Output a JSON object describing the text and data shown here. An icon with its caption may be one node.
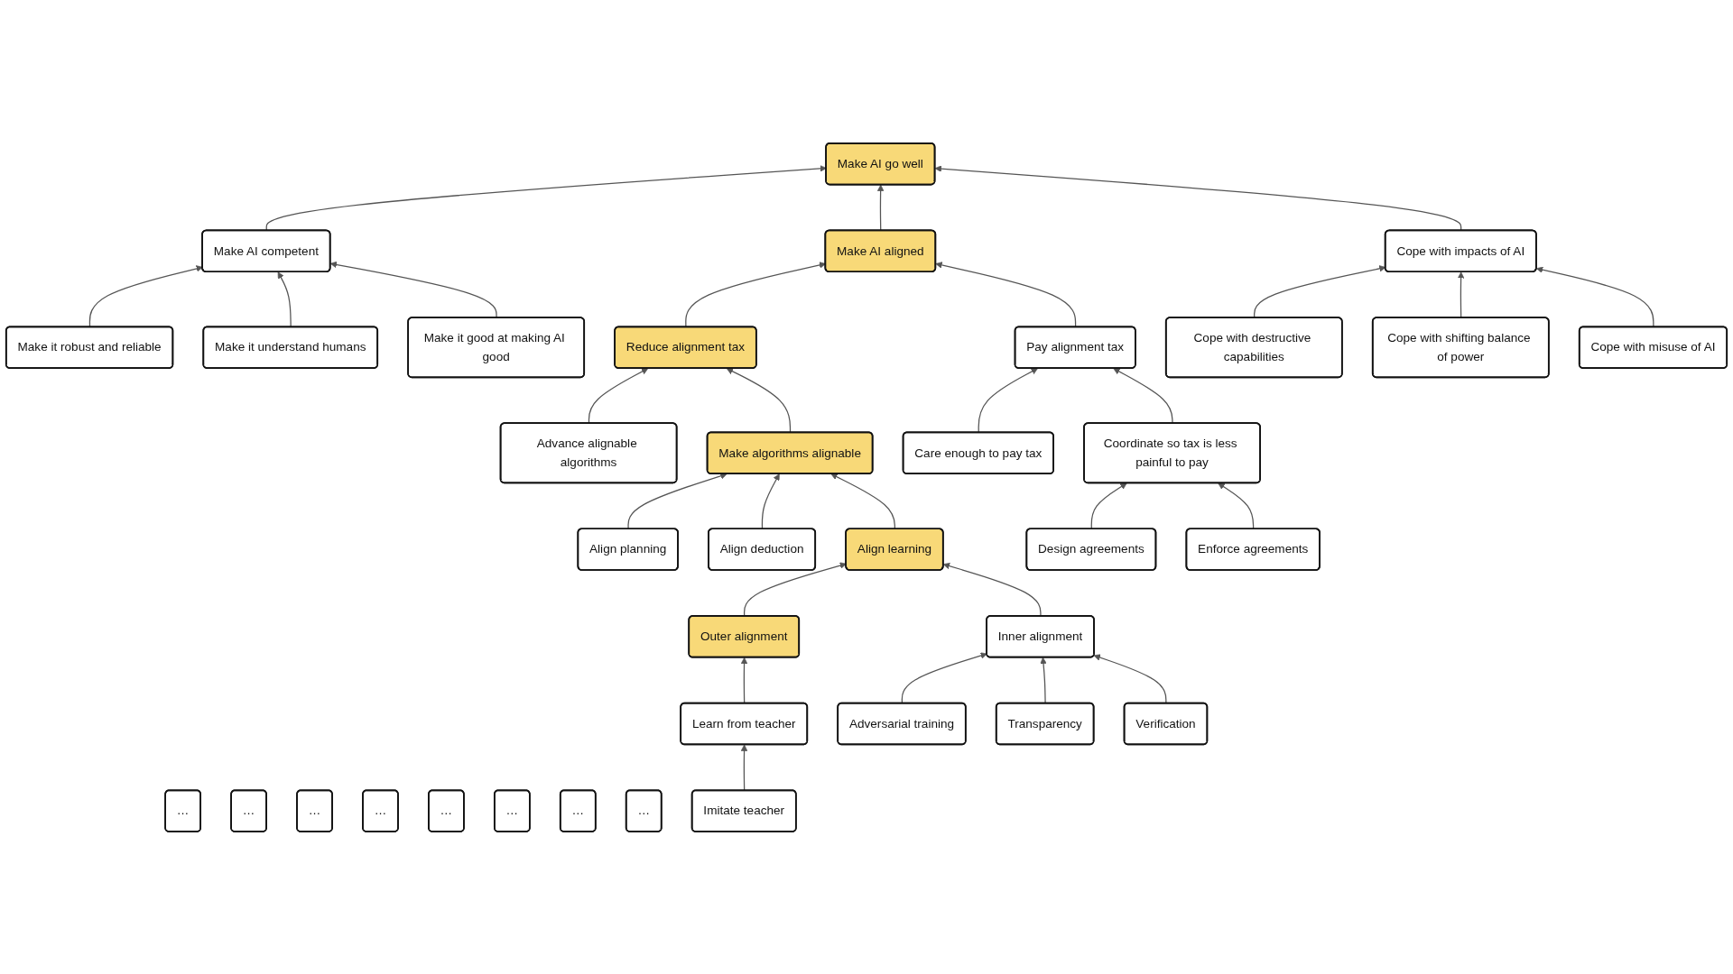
{
  "diagram": {
    "nodes": [
      {
        "text": [
          "Make AI go well"
        ]
      },
      {
        "text": [
          "Make AI competent"
        ]
      },
      {
        "text": [
          "Cope with impacts of AI"
        ]
      },
      {
        "text": [
          "…"
        ]
      },
      {
        "text": [
          "Make it robust and reliable"
        ]
      },
      {
        "text": [
          "Make it understand humans"
        ]
      },
      {
        "text": [
          "Make it good at making AI good"
        ]
      },
      {
        "text": [
          "…"
        ]
      },
      {
        "text": [
          "Make AI aligned"
        ]
      },
      {
        "text": [
          "Cope with destructive capabilities"
        ]
      },
      {
        "text": [
          "Cope with shifting balance of power"
        ]
      },
      {
        "text": [
          "Cope with misuse of AI"
        ]
      },
      {
        "text": [
          "…"
        ]
      },
      {
        "text": [
          "Reduce alignment tax"
        ]
      },
      {
        "text": [
          "Pay alignment tax"
        ]
      },
      {
        "text": [
          "Advance alignable algorithms"
        ]
      },
      {
        "text": [
          "Make algorithms alignable"
        ]
      },
      {
        "text": [
          "…"
        ]
      },
      {
        "text": [
          "Care enough to pay tax"
        ]
      },
      {
        "text": [
          "Coordinate so tax is less painful to pay"
        ]
      },
      {
        "text": [
          "…"
        ]
      },
      {
        "text": [
          "Align planning"
        ]
      },
      {
        "text": [
          "Align deduction"
        ]
      },
      {
        "text": [
          "Align learning"
        ]
      },
      {
        "text": [
          "…"
        ]
      },
      {
        "text": [
          "Design agreements"
        ]
      },
      {
        "text": [
          "Enforce agreements"
        ]
      },
      {
        "text": [
          "…"
        ]
      },
      {
        "text": [
          "Outer alignment"
        ]
      },
      {
        "text": [
          "Inner alignment"
        ]
      },
      {
        "text": [
          "Learn from teacher"
        ]
      },
      {
        "text": [
          "Adversarial training"
        ]
      },
      {
        "text": [
          "Transparency"
        ]
      },
      {
        "text": [
          "Verification"
        ]
      },
      {
        "text": [
          "…"
        ]
      },
      {
        "text": [
          "Imitate teacher"
        ]
      }
    ],
    "edges": [
      {
        "from": 1,
        "to": 0,
        "arrow": "to"
      },
      {
        "from": 8,
        "to": 0,
        "arrow": "to"
      },
      {
        "from": 2,
        "to": 0,
        "arrow": "to"
      },
      {
        "from": 4,
        "to": 1,
        "arrow": "to"
      },
      {
        "from": 5,
        "to": 1,
        "arrow": "to"
      },
      {
        "from": 6,
        "to": 1,
        "arrow": "to"
      },
      {
        "from": 9,
        "to": 2,
        "arrow": "to"
      },
      {
        "from": 10,
        "to": 2,
        "arrow": "to"
      },
      {
        "from": 11,
        "to": 2,
        "arrow": "to"
      },
      {
        "from": 13,
        "to": 8,
        "arrow": "to"
      },
      {
        "from": 14,
        "to": 8,
        "arrow": "to"
      },
      {
        "from": 15,
        "to": 13,
        "arrow": "to"
      },
      {
        "from": 16,
        "to": 13,
        "arrow": "to"
      },
      {
        "from": 18,
        "to": 14,
        "arrow": "to"
      },
      {
        "from": 19,
        "to": 14,
        "arrow": "to"
      },
      {
        "from": 21,
        "to": 16,
        "arrow": "to"
      },
      {
        "from": 22,
        "to": 16,
        "arrow": "to"
      },
      {
        "from": 23,
        "to": 16,
        "arrow": "to"
      },
      {
        "from": 25,
        "to": 19,
        "arrow": "to"
      },
      {
        "from": 26,
        "to": 19,
        "arrow": "to"
      },
      {
        "from": 28,
        "to": 23,
        "arrow": "to"
      },
      {
        "from": 29,
        "to": 23,
        "arrow": "to"
      },
      {
        "from": 30,
        "to": 28,
        "arrow": "to"
      },
      {
        "from": 31,
        "to": 29,
        "arrow": "to"
      },
      {
        "from": 32,
        "to": 29,
        "arrow": "to"
      },
      {
        "from": 33,
        "to": 29,
        "arrow": "to"
      },
      {
        "from": 35,
        "to": 30,
        "arrow": "to"
      }
    ]
  }
}
